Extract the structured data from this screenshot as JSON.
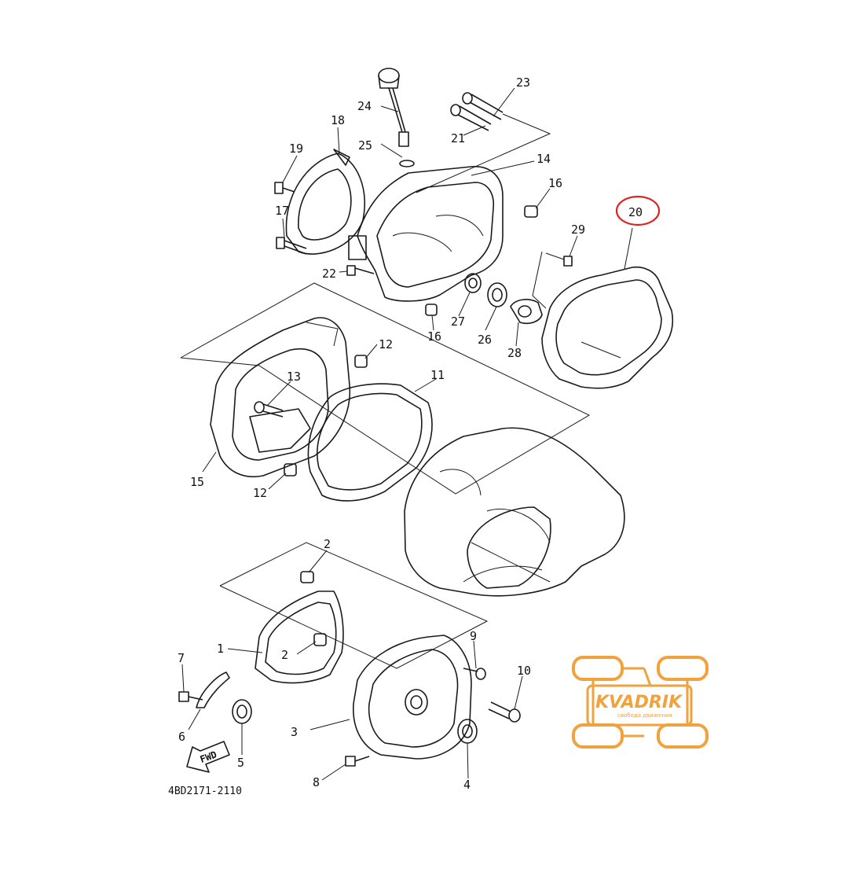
{
  "diagram": {
    "code": "4BD2171-2110",
    "fwd_label": "FWD",
    "highlight_color": "#e0221f",
    "highlighted_part": "20",
    "part_labels": [
      "1",
      "2",
      "3",
      "4",
      "5",
      "6",
      "7",
      "8",
      "9",
      "10",
      "11",
      "12",
      "13",
      "14",
      "15",
      "16",
      "17",
      "18",
      "19",
      "20",
      "21",
      "22",
      "23",
      "24",
      "25",
      "26",
      "27",
      "28",
      "29"
    ]
  },
  "watermark": {
    "brand": "KVADRIK",
    "tagline": "свобода движения",
    "color": "#f2a23c"
  }
}
